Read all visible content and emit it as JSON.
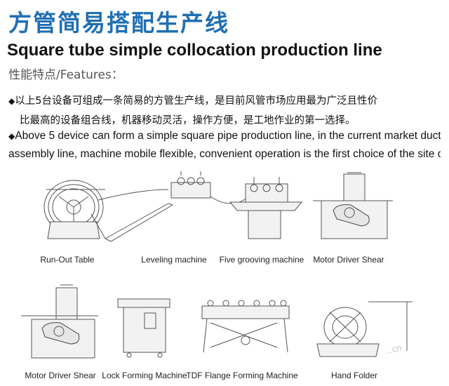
{
  "title_cn": "方管简易搭配生产线",
  "title_en": "Square tube simple collocation production line",
  "features_label": "性能特点/Features：",
  "desc_cn": {
    "bullet": "◆",
    "line1": "以上5台设备可组成一条简易的方管生产线，是目前风管市场应用最为广泛且性价",
    "line2": "比最高的设备组合线，机器移动灵活，操作方便，是工地作业的第一选择。"
  },
  "desc_en": {
    "bullet": "◆",
    "line1": "Above 5 device can form a simple square pipe production line, in the current market duct a",
    "line2": "assembly line, machine mobile flexible, convenient operation is the first choice of the site opera"
  },
  "machines": [
    {
      "label": "Run-Out Table",
      "icon": "run-out-table-icon"
    },
    {
      "label": "Leveling machine",
      "icon": "leveling-machine-icon"
    },
    {
      "label": "Five grooving machine",
      "icon": "five-grooving-machine-icon"
    },
    {
      "label": "Motor Driver Shear",
      "icon": "motor-driver-shear-icon"
    },
    {
      "label": "Motor Driver Shear",
      "icon": "motor-driver-shear-icon"
    },
    {
      "label": "Lock Forming Machine",
      "icon": "lock-forming-machine-icon"
    },
    {
      "label": "TDF Flange Forming Machine",
      "icon": "tdf-flange-forming-machine-icon"
    },
    {
      "label": "Hand Folder",
      "icon": "hand-folder-icon"
    }
  ],
  "watermark": "...cn"
}
